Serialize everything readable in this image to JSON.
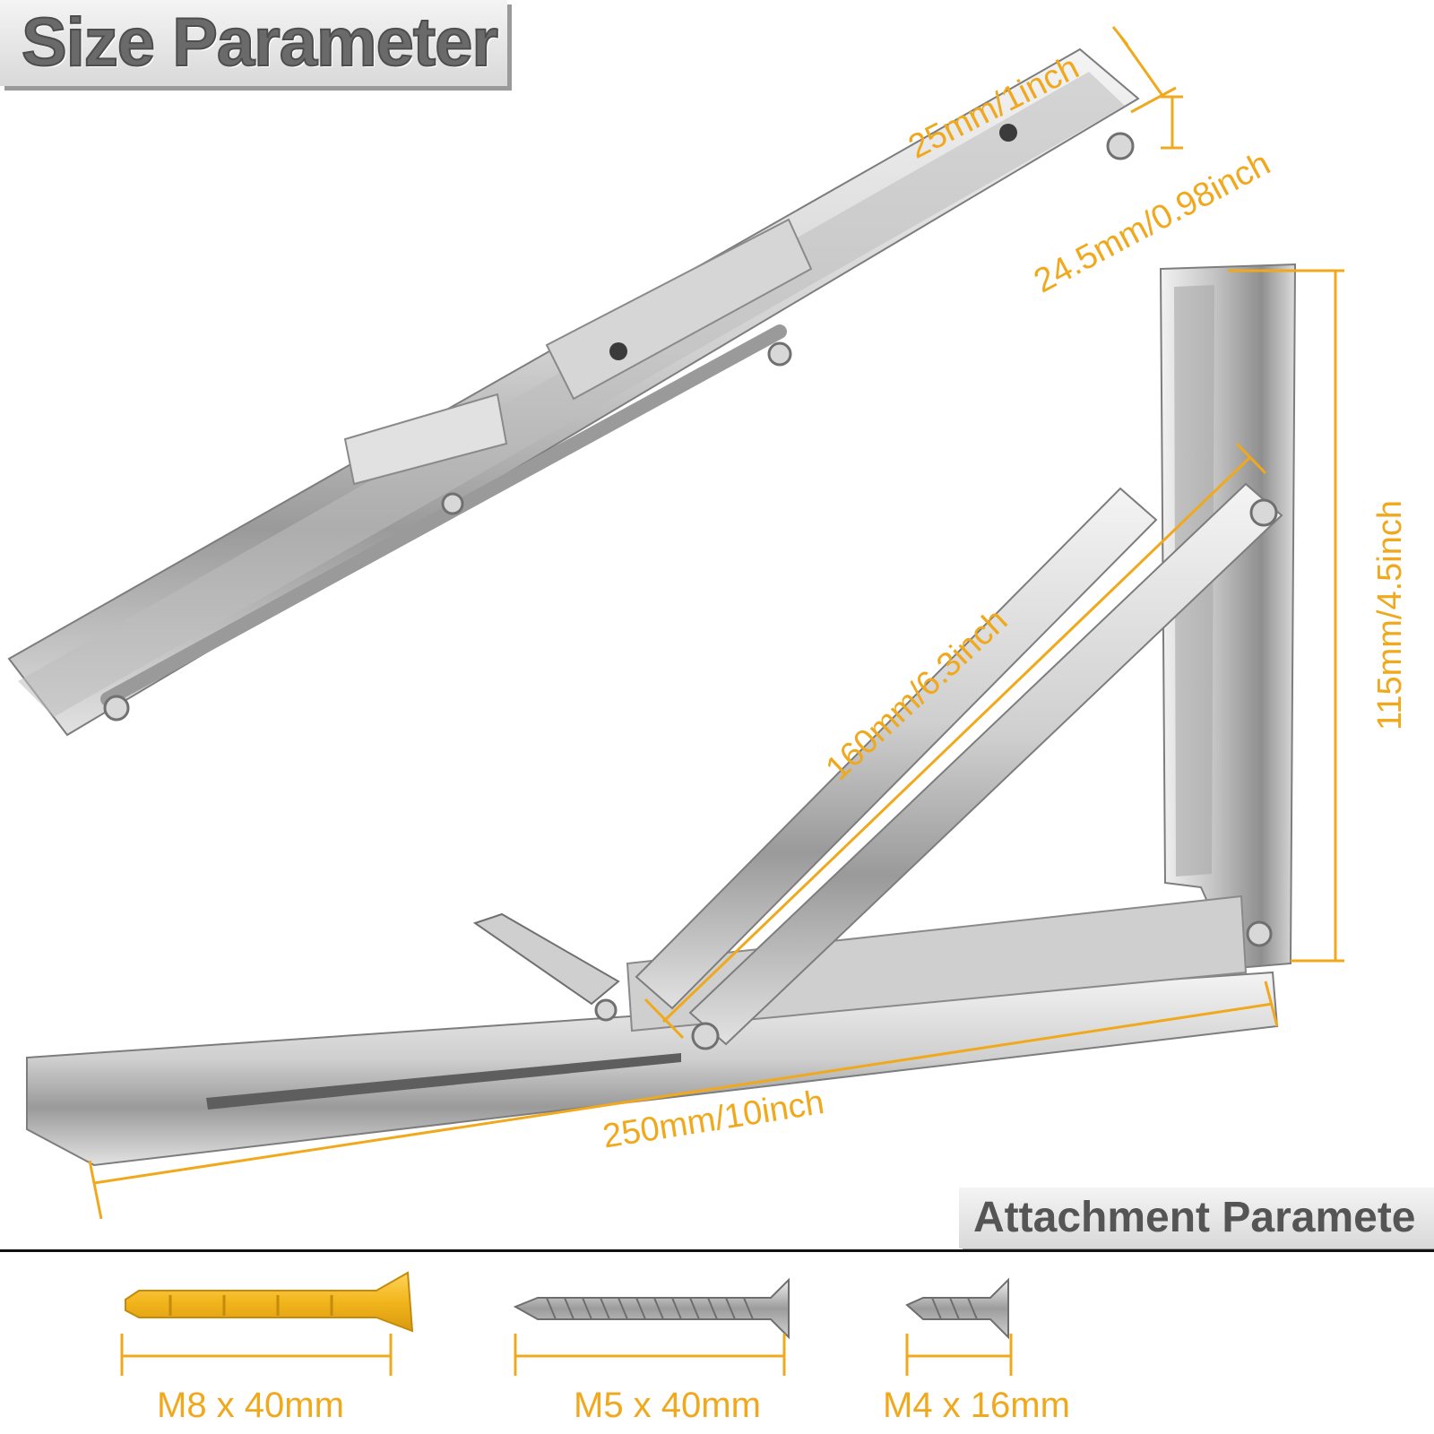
{
  "header": {
    "title": "Size Parameter"
  },
  "dimensions": {
    "width_top": "25mm/1inch",
    "thickness": "24.5mm/0.98inch",
    "brace_length": "160mm/6.3inch",
    "height": "115mm/4.5inch",
    "length": "250mm/10inch"
  },
  "attachments": {
    "heading": "Attachment Paramete",
    "items": [
      {
        "label": "M8 x 40mm",
        "icon": "wall-anchor-icon"
      },
      {
        "label": "M5 x 40mm",
        "icon": "long-screw-icon"
      },
      {
        "label": "M4 x 16mm",
        "icon": "short-screw-icon"
      }
    ]
  },
  "colors": {
    "accent": "#f0a91c",
    "steel_light": "#e6e6e6",
    "steel_dark": "#8a8a8a",
    "anchor": "#f2b51c"
  }
}
